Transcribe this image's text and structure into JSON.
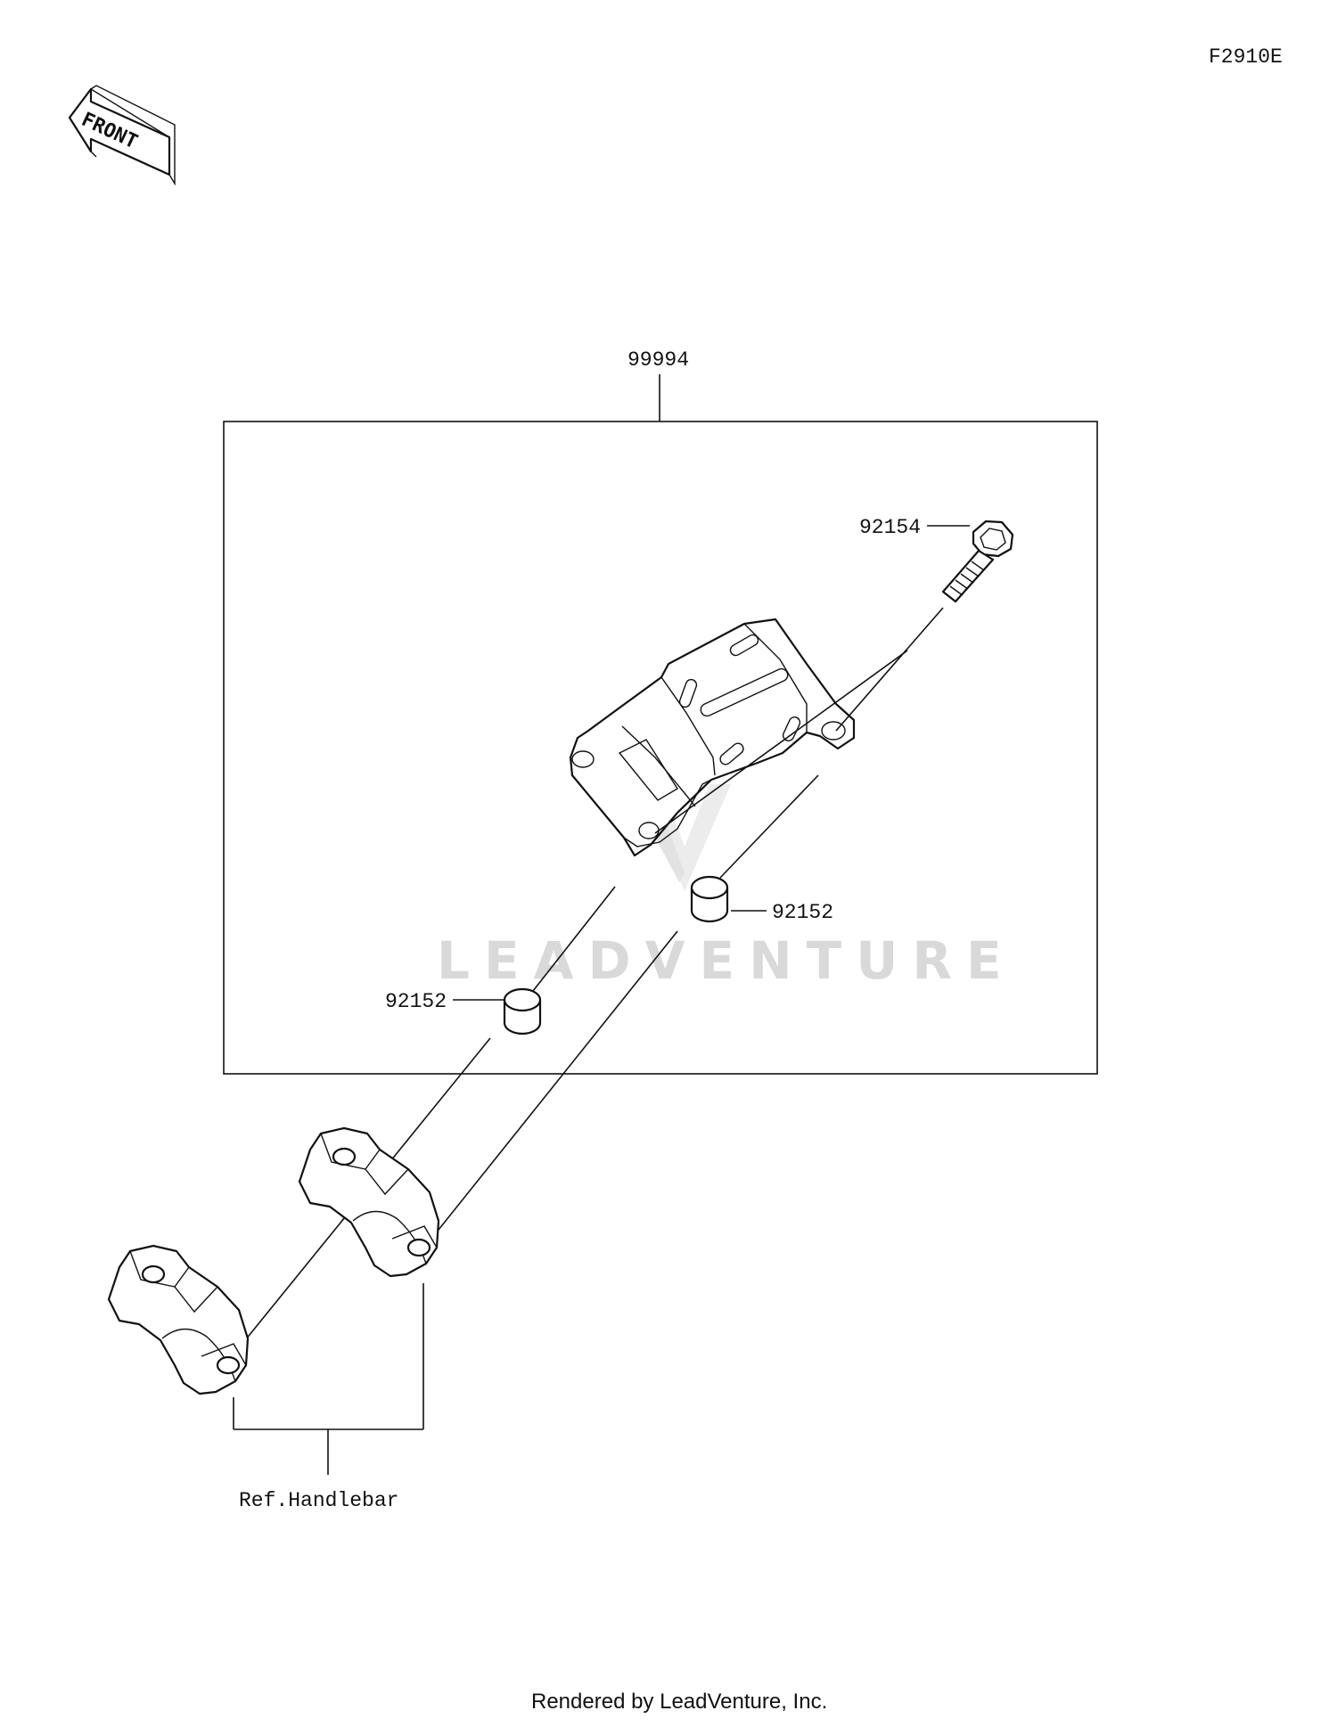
{
  "diagram_id": "F2910E",
  "front_label": "FRONT",
  "watermark": "LEADVENTURE",
  "footer": "Rendered by LeadVenture, Inc.",
  "callouts": {
    "kit": "99994",
    "bolt": "92154",
    "spacer_right": "92152",
    "spacer_left": "92152",
    "reference": "Ref.Handlebar"
  },
  "icons": [
    "front-arrow-icon",
    "watermark-logo-icon"
  ]
}
